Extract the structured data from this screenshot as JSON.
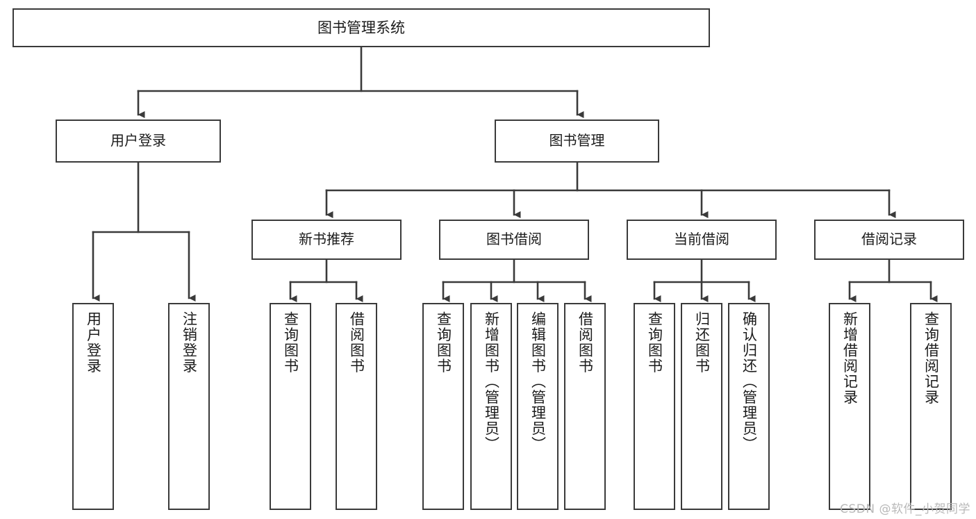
{
  "diagram": {
    "title": "图书管理系统",
    "type": "tree-hierarchy-chart",
    "stroke_color": "#3a3a3a",
    "text_color": "#1b1b1b",
    "background_color": "#ffffff",
    "root": {
      "label": "图书管理系统"
    },
    "level1": [
      {
        "label": "用户登录"
      },
      {
        "label": "图书管理"
      }
    ],
    "level2": [
      {
        "label": "新书推荐"
      },
      {
        "label": "图书借阅"
      },
      {
        "label": "当前借阅"
      },
      {
        "label": "借阅记录"
      }
    ],
    "leaves": {
      "user_login": [
        {
          "label": "用户登录"
        },
        {
          "label": "注销登录"
        }
      ],
      "new_book_recommend": [
        {
          "label": "查询图书"
        },
        {
          "label": "借阅图书"
        }
      ],
      "book_borrow": [
        {
          "label": "查询图书"
        },
        {
          "label": "新增图书（管理员）"
        },
        {
          "label": "编辑图书（管理员）"
        },
        {
          "label": "借阅图书"
        }
      ],
      "current_borrow": [
        {
          "label": "查询图书"
        },
        {
          "label": "归还图书"
        },
        {
          "label": "确认归还（管理员）"
        }
      ],
      "borrow_record": [
        {
          "label": "新增借阅记录"
        },
        {
          "label": "查询借阅记录"
        }
      ]
    }
  },
  "watermark": {
    "text": "CSDN @软件_小贺同学"
  }
}
